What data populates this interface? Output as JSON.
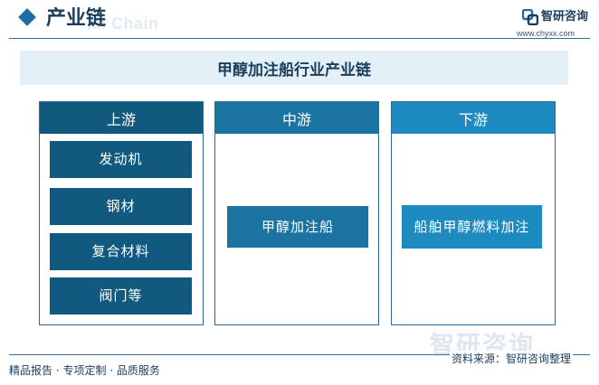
{
  "header": {
    "title": "产业链",
    "watermark": "ial Chain",
    "logo_name": "智研咨询",
    "logo_url": "www.chyxx.com"
  },
  "diagram": {
    "title": "甲醇加注船行业产业链",
    "columns": [
      {
        "label": "上游",
        "items": [
          "发动机",
          "钢材",
          "复合材料",
          "阀门等"
        ]
      },
      {
        "label": "中游",
        "items": [
          "甲醇加注船"
        ]
      },
      {
        "label": "下游",
        "items": [
          "船舶甲醇燃料加注"
        ]
      }
    ]
  },
  "footer": {
    "left": "精品报告 · 专项定制 · 品质服务",
    "source": "资料来源：智研咨询整理",
    "watermark": "智研咨询"
  },
  "colors": {
    "upstream": "#11597e",
    "midstream": "#1a73a0",
    "downstream": "#1e8bc0",
    "band": "#e4f0f8",
    "text": "#1a3d5c"
  }
}
